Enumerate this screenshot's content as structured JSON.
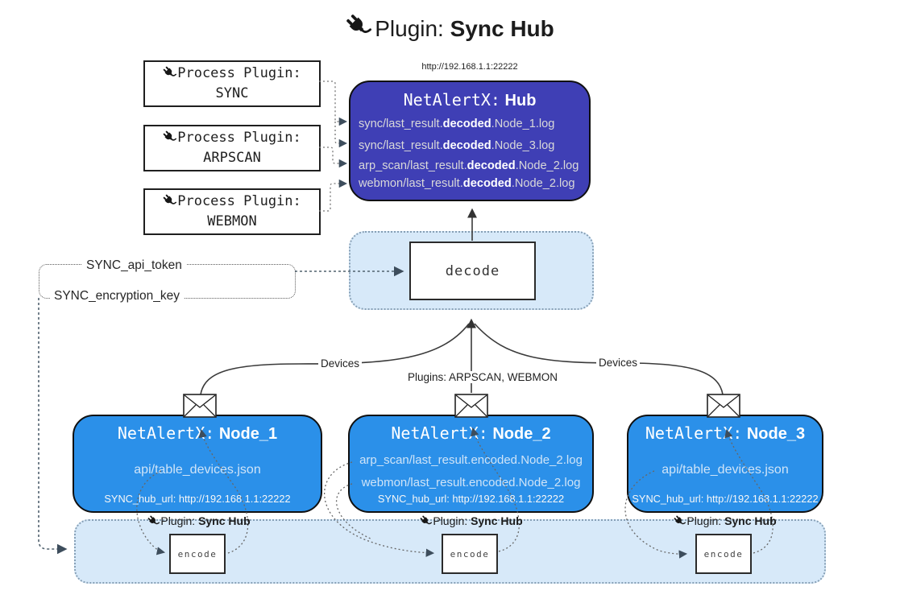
{
  "title": {
    "prefix": "Plugin:",
    "name": "Sync Hub"
  },
  "process_plugins": [
    {
      "label": "Process Plugin:",
      "name": "SYNC"
    },
    {
      "label": "Process Plugin:",
      "name": "ARPSCAN"
    },
    {
      "label": "Process Plugin:",
      "name": "WEBMON"
    }
  ],
  "hub": {
    "url_label": "http://192.168.1.1:22222",
    "title_prefix": "NetAlertX:",
    "title_name": "Hub",
    "logs": [
      {
        "pre": "sync/last_result.",
        "bold": "decoded",
        "suf": ".Node_1.log"
      },
      {
        "pre": "sync/last_result.",
        "bold": "decoded",
        "suf": ".Node_3.log"
      },
      {
        "pre": "arp_scan/last_result.",
        "bold": "decoded",
        "suf": ".Node_2.log"
      },
      {
        "pre": "webmon/last_result.",
        "bold": "decoded",
        "suf": ".Node_2.log"
      }
    ]
  },
  "decode": {
    "label": "decode"
  },
  "settings": {
    "api_token": "SYNC_api_token",
    "encryption_key": "SYNC_encryption_key"
  },
  "edges": {
    "devices_left": "Devices",
    "plugins_center": "Plugins: ARPSCAN, WEBMON",
    "devices_right": "Devices"
  },
  "nodes": [
    {
      "title_prefix": "NetAlertX:",
      "title_name": "Node_1",
      "files": [
        "api/table_devices.json"
      ],
      "hub_url": "SYNC_hub_url: http://192.168.1.1:22222"
    },
    {
      "title_prefix": "NetAlertX:",
      "title_name": "Node_2",
      "files": [
        "arp_scan/last_result.encoded.Node_2.log",
        "webmon/last_result.encoded.Node_2.log"
      ],
      "hub_url": "SYNC_hub_url: http://192.168.1.1:22222"
    },
    {
      "title_prefix": "NetAlertX:",
      "title_name": "Node_3",
      "files": [
        "api/table_devices.json"
      ],
      "hub_url": "SYNC_hub_url: http://192.168.1.1:22222"
    }
  ],
  "encoders": [
    {
      "plugin_label": "Plugin:",
      "plugin_name": "Sync Hub",
      "box_label": "encode"
    },
    {
      "plugin_label": "Plugin:",
      "plugin_name": "Sync Hub",
      "box_label": "encode"
    },
    {
      "plugin_label": "Plugin:",
      "plugin_name": "Sync Hub",
      "box_label": "encode"
    }
  ],
  "colors": {
    "hub": "#3f3fb5",
    "node": "#2b90e9",
    "container": "#d7e9f9",
    "accent_dark": "#333333"
  }
}
